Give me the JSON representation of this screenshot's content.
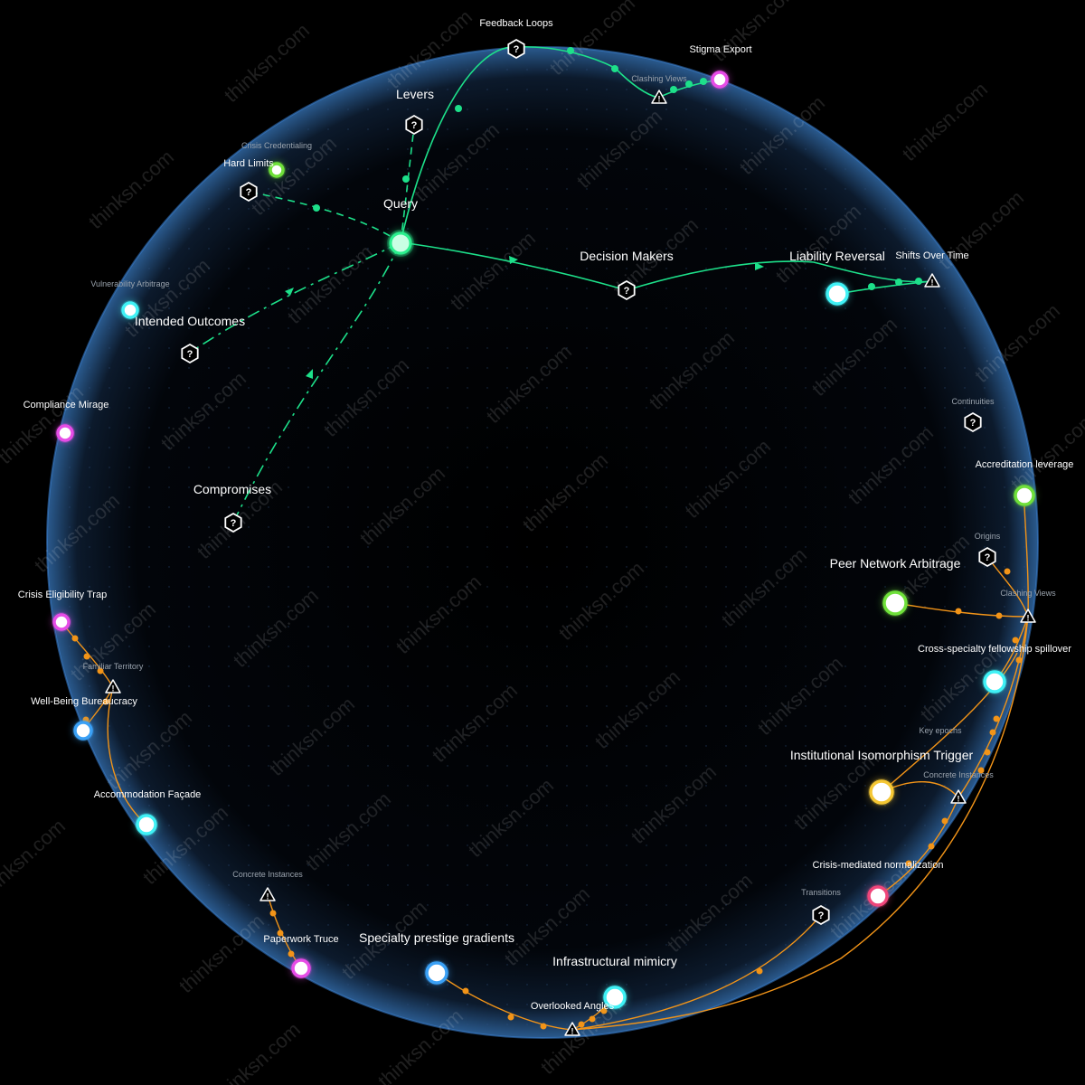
{
  "watermark": "thinksn.com",
  "colors": {
    "background": "#000000",
    "green_edge": "#1de08a",
    "orange_edge": "#f29418",
    "sphere_rim": "#3b7fd0"
  },
  "nodes": [
    {
      "id": "query",
      "label": "Query",
      "kind": "center",
      "color": "#2cf08e"
    },
    {
      "id": "feedback-loops",
      "label": "Feedback Loops",
      "kind": "hex"
    },
    {
      "id": "stigma-export",
      "label": "Stigma Export",
      "kind": "circle",
      "color": "#e64ce6"
    },
    {
      "id": "clashing-views-top",
      "label": "Clashing Views",
      "kind": "warn"
    },
    {
      "id": "levers",
      "label": "Levers",
      "kind": "hex"
    },
    {
      "id": "crisis-credentialing",
      "label": "Crisis Credentialing",
      "kind": "circle",
      "color": "#6fe03a"
    },
    {
      "id": "hard-limits",
      "label": "Hard Limits",
      "kind": "hex"
    },
    {
      "id": "decision-makers",
      "label": "Decision Makers",
      "kind": "hex"
    },
    {
      "id": "liability-reversal",
      "label": "Liability Reversal",
      "kind": "circle",
      "color": "#3ff1f5"
    },
    {
      "id": "shifts-over-time",
      "label": "Shifts Over Time",
      "kind": "warn"
    },
    {
      "id": "vulnerability-arbitrage",
      "label": "Vulnerability Arbitrage",
      "kind": "circle",
      "color": "#3ff1f5"
    },
    {
      "id": "intended-outcomes",
      "label": "Intended Outcomes",
      "kind": "hex"
    },
    {
      "id": "compliance-mirage",
      "label": "Compliance Mirage",
      "kind": "circle",
      "color": "#e64ce6"
    },
    {
      "id": "compromises",
      "label": "Compromises",
      "kind": "hex"
    },
    {
      "id": "continuities",
      "label": "Continuities",
      "kind": "hex"
    },
    {
      "id": "accreditation-leverage",
      "label": "Accreditation leverage",
      "kind": "circle",
      "color": "#6fe03a"
    },
    {
      "id": "origins",
      "label": "Origins",
      "kind": "hex"
    },
    {
      "id": "peer-network-arbitrage",
      "label": "Peer Network Arbitrage",
      "kind": "circle",
      "color": "#6fe03a"
    },
    {
      "id": "clashing-views-right",
      "label": "Clashing Views",
      "kind": "warn"
    },
    {
      "id": "cross-specialty",
      "label": "Cross-specialty fellowship spillover",
      "kind": "circle",
      "color": "#3ff1f5"
    },
    {
      "id": "key-epochs",
      "label": "Key epochs",
      "kind": "text"
    },
    {
      "id": "institutional-isomorphism",
      "label": "Institutional Isomorphism Trigger",
      "kind": "circle",
      "color": "#f5c733"
    },
    {
      "id": "concrete-instances-right",
      "label": "Concrete Instances",
      "kind": "warn"
    },
    {
      "id": "crisis-mediated",
      "label": "Crisis-mediated normalization",
      "kind": "circle",
      "color": "#f0457a"
    },
    {
      "id": "transitions",
      "label": "Transitions",
      "kind": "hex"
    },
    {
      "id": "crisis-eligibility-trap",
      "label": "Crisis Eligibility Trap",
      "kind": "circle",
      "color": "#e64ce6"
    },
    {
      "id": "familiar-territory",
      "label": "Familiar Territory",
      "kind": "warn"
    },
    {
      "id": "well-being-bureaucracy",
      "label": "Well-Being Bureaucracy",
      "kind": "circle",
      "color": "#3aa0f5"
    },
    {
      "id": "accommodation-facade",
      "label": "Accommodation Façade",
      "kind": "circle",
      "color": "#3ff1f5"
    },
    {
      "id": "concrete-instances-left",
      "label": "Concrete Instances",
      "kind": "warn"
    },
    {
      "id": "paperwork-truce",
      "label": "Paperwork Truce",
      "kind": "circle",
      "color": "#e64ce6"
    },
    {
      "id": "specialty-prestige",
      "label": "Specialty prestige gradients",
      "kind": "circle",
      "color": "#3aa0f5"
    },
    {
      "id": "infrastructural-mimicry",
      "label": "Infrastructural mimicry",
      "kind": "circle",
      "color": "#3ff1f5"
    },
    {
      "id": "overlooked-angles",
      "label": "Overlooked Angles",
      "kind": "warn"
    }
  ]
}
